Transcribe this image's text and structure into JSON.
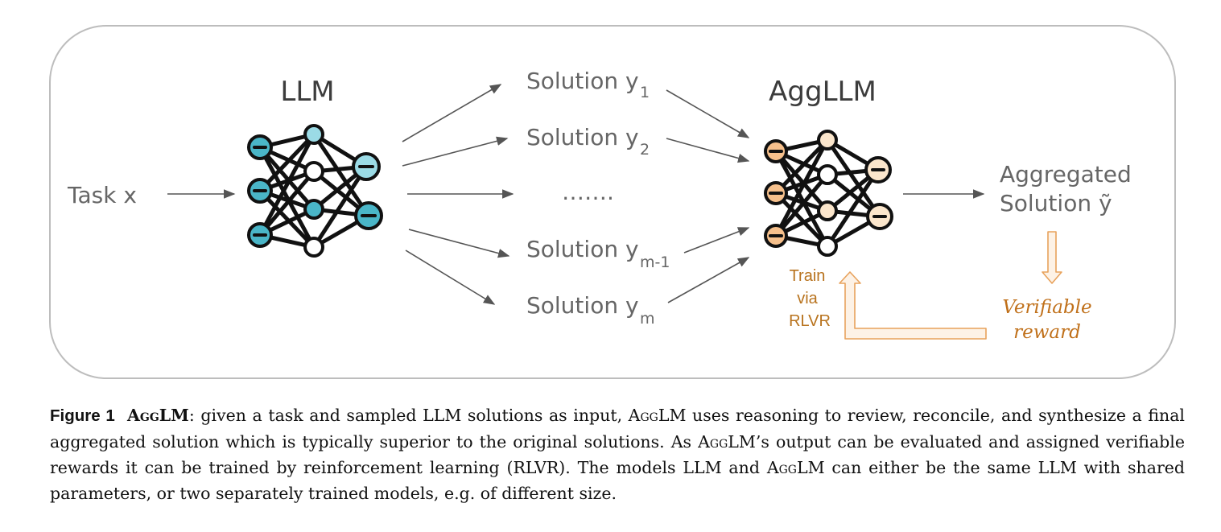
{
  "titles": {
    "llm": "LLM",
    "aggllm": "AggLLM"
  },
  "task_label": "Task x",
  "solutions": [
    {
      "text": "Solution y",
      "sub": "1"
    },
    {
      "text": "Solution y",
      "sub": "2"
    },
    {
      "text": "Solution y",
      "sub": "m-1"
    },
    {
      "text": "Solution y",
      "sub": "m"
    }
  ],
  "ellipsis": "…….",
  "aggregated": {
    "line1": "Aggregated",
    "line2": "Solution ỹ"
  },
  "train": {
    "line1": "Train",
    "line2": "via",
    "line3": "RLVR"
  },
  "reward": {
    "line1": "Verifiable",
    "line2": "reward"
  },
  "colors": {
    "llm_node": "#4ab6c8",
    "agg_node": "#f6c08c",
    "agg_node_light": "#fbe6cc",
    "feedback": "#e8a25c"
  },
  "icons": [
    "neural-network-icon",
    "neural-network-icon"
  ],
  "caption": {
    "label": "Figure 1",
    "name1": "AggLM",
    "t1": ": given a task and sampled LLM solutions as input, ",
    "name2": "AggLM",
    "t2": " uses reasoning to review, reconcile, and synthesize a final aggregated solution which is typically superior to the original solutions. As ",
    "name3": "AggLM",
    "t3": "’s output can be evaluated and assigned verifiable rewards it can be trained by reinforcement learning (RLVR). The models LLM and ",
    "name4": "AggLM",
    "t4": " can either be the same LLM with shared parameters, or two separately trained models, e.g. of different size."
  }
}
